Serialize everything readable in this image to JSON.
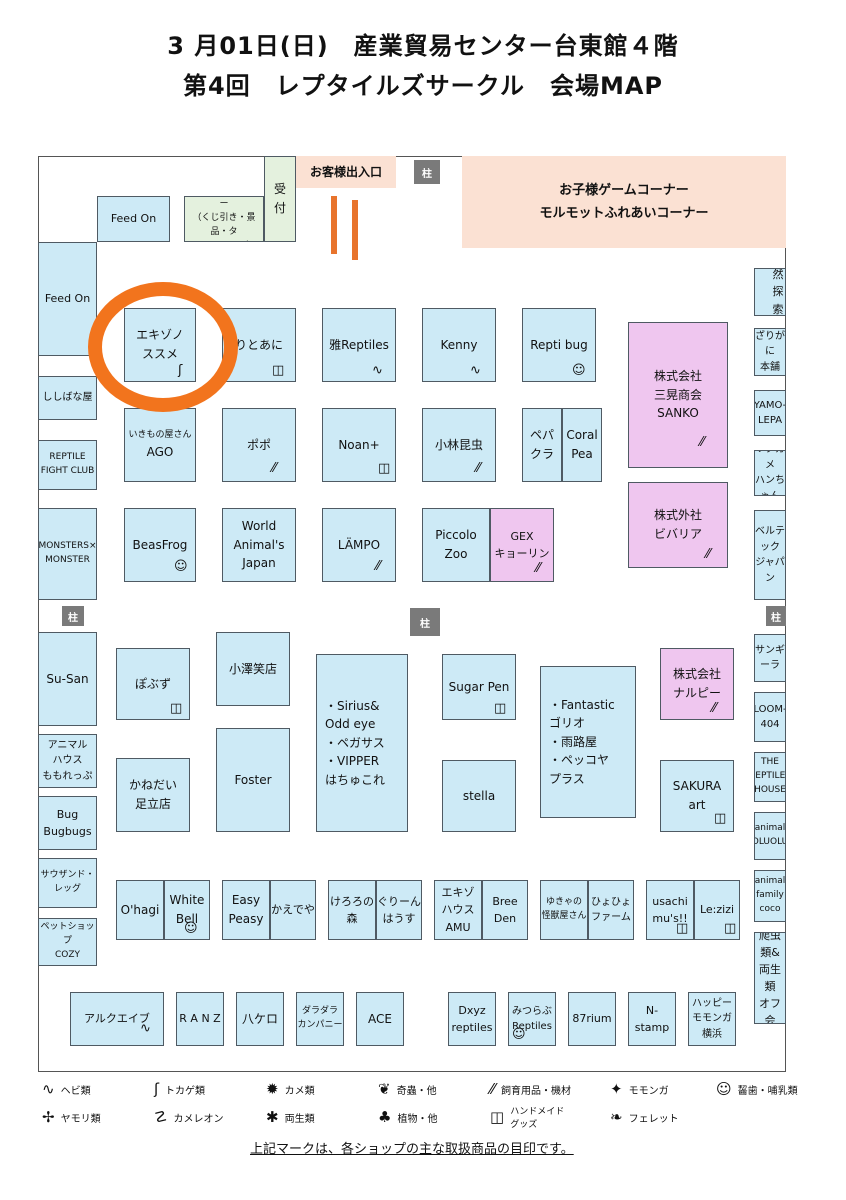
{
  "header": {
    "line1": "3 月01日(日)　産業貿易センター台東館４階",
    "line2": "第4回　レプタイルズサークル　会場MAP"
  },
  "entrance": "お客様出入口",
  "pillar": "柱",
  "kids_corner": "お子様ゲームコーナー\nモルモットふれあいコーナー",
  "booths": {
    "feedon1": "Feed On",
    "service": "サービスカウンター\n（くじ引き・景品・タ\nトゥーシール）",
    "uketsuke": "受\n付",
    "feedon2": "Feed On",
    "shishiba": "ししばな屋",
    "reptile_fight": "REPTILE\nFIGHT CLUB",
    "monsters": "MONSTERS×\nMONSTER",
    "susan": "Su-San",
    "animal_house": "アニマル\nハウス\nももれっぷ",
    "bugbugs": "Bug\nBugbugs",
    "southsand": "サウザンド・\nレッグ",
    "cozy": "ペットショップ\nCOZY",
    "ekizono": "エキゾノ\nススメ",
    "ritoani": "りとあに",
    "miyabi": "雅Reptiles",
    "kenny": "Kenny",
    "reptibug": "Repti bug",
    "ago_top": "いきもの屋さん",
    "ago": "AGO",
    "popo": "ポポ",
    "noan": "Noan+",
    "kobayashi": "小林昆虫",
    "pepakura": "ペパ\nクラ",
    "coralpea": "Coral\nPea",
    "beasfrog": "BeasFrog",
    "world": "World\nAnimal's\nJapan",
    "lampo": "LÄMPO",
    "piccolo": "Piccolo\nZoo",
    "gex": "GEX\nキョーリン",
    "sanko": "株式会社\n三晃商会\nSANKO",
    "biv": "株式外社\nビバリア",
    "shizen": "自然\n探索部",
    "zarigani": "ざりがに\n本舗",
    "yamo": "YAMO-\nLEPA",
    "rikugame": "リクガメ\nハンちゃん",
    "beltec": "ベルテック\nジャパン",
    "pobuzu": "ぽぶず",
    "ozawa": "小澤笑店",
    "sirius": "・Sirius&\n  Odd eye\n・ペガサス\n・VIPPER\n  はちゅこれ",
    "sugarpen": "Sugar Pen",
    "fantastic": "・Fantastic\n  ゴリオ\n・雨路屋\n・ペッコヤ\n  プラス",
    "narupi": "株式会社\nナルピー",
    "sangira": "サンギーラ",
    "loom": "LOOM-\n404",
    "thereptiles": "THE\nREPTILES\nHOUSE",
    "oluolu": "animal\nOLUOLU",
    "animalfamily": "animal\nfamily\ncoco",
    "hachurui": "爬虫類&\n両生類\nオフ会",
    "kanedai": "かねだい\n足立店",
    "foster": "Foster",
    "stella": "stella",
    "sakura": "SAKURA\nart",
    "ohagi": "O'hagi",
    "whitebell": "White\nBell",
    "easy": "Easy\nPeasy",
    "kaedeya": "かえでや",
    "kerono": "けろろの\n森",
    "guriin": "ぐりーん\nはうす",
    "ekizohouse": "エキゾ\nハウス\nAMU",
    "breeden": "Bree\nDen",
    "yukiya": "ゆきゃの\n怪獣屋さん",
    "hyohyo": "ひょひょ\nファーム",
    "usachi": "usachi\nmu's!!",
    "lezizi": "Le:zizi",
    "hapi": "ハッピー\nモモンガ\n横浜",
    "arukueibu": "アルクエイブ",
    "ranz": "R A N Z",
    "hakkero": "八ケロ",
    "daradara": "ダラダラ\nカンパニー",
    "ace": "ACE",
    "dxyz": "Dxyz\nreptiles",
    "mitsurabu": "みつらぶ\nReptiles",
    "rium": "87rium",
    "nstamp": "N-\nstamp"
  },
  "legend": [
    {
      "icon": "snake-icon",
      "glyph": "∿",
      "label": "ヘビ類"
    },
    {
      "icon": "lizard-icon",
      "glyph": "ʃ",
      "label": "トカゲ類"
    },
    {
      "icon": "turtle-icon",
      "glyph": "✹",
      "label": "カメ類"
    },
    {
      "icon": "odd-insect-icon",
      "glyph": "❦",
      "label": "奇蟲・他"
    },
    {
      "icon": "supplies-icon",
      "glyph": "⁄⁄",
      "label": "飼育用品・機材"
    },
    {
      "icon": "flying-squirrel-icon",
      "glyph": "✦",
      "label": "モモンガ"
    },
    {
      "icon": "rodent-icon",
      "glyph": "☺",
      "label": "齧歯・哺乳類"
    },
    {
      "icon": "gecko-icon",
      "glyph": "✢",
      "label": "ヤモリ類"
    },
    {
      "icon": "chameleon-icon",
      "glyph": "☡",
      "label": "カメレオン"
    },
    {
      "icon": "amphibian-icon",
      "glyph": "✱",
      "label": "両生類"
    },
    {
      "icon": "plant-icon",
      "glyph": "♣",
      "label": "植物・他"
    },
    {
      "icon": "handmade-icon",
      "glyph": "◫",
      "label": "ハンドメイド\nグッズ"
    },
    {
      "icon": "ferret-icon",
      "glyph": "❧",
      "label": "フェレット"
    }
  ],
  "footnote": "上記マークは、各ショップの主な取扱商品の目印です。"
}
